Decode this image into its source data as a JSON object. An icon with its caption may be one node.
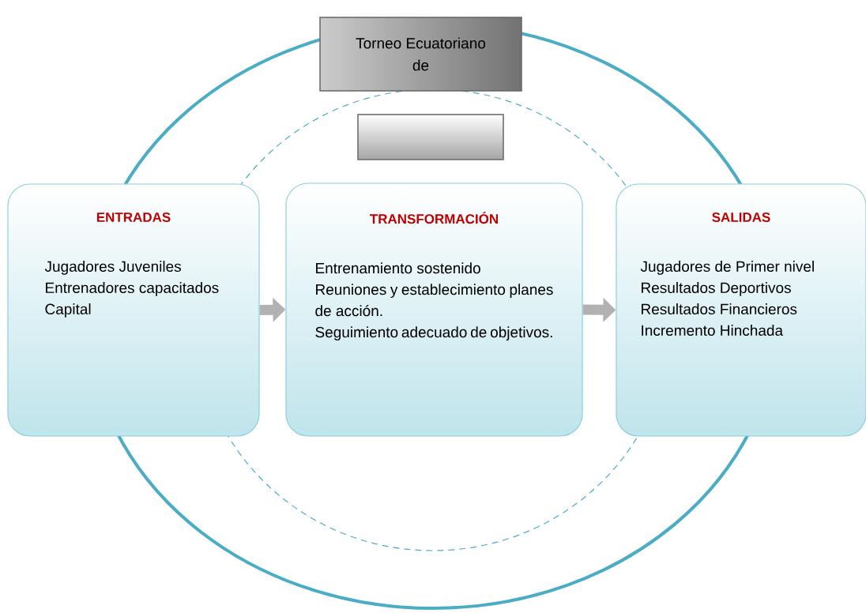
{
  "diagram": {
    "nodes": [
      {
        "text": [
          "Torneo Ecuatoriano de"
        ]
      },
      {
        "text": [],
        "shape": "box"
      },
      {
        "text": [
          "ENTRADAS",
          "Jugadores Juveniles",
          "Entrenadores capacitados",
          "Capital"
        ]
      },
      {
        "text": [
          "TRANSFORMACIÓN",
          "Entrenamiento sostenido",
          "Reuniones y establecimiento planes de acción.",
          "Seguimiento adecuado de objetivos."
        ]
      },
      {
        "text": [
          "SALIDAS",
          "Jugadores de Primer nivel",
          "Resultados Deportivos",
          "Resultados Financieros",
          "Incremento Hinchada"
        ]
      }
    ],
    "edges": [
      {
        "from": 2,
        "to": 3,
        "arrow": "to"
      },
      {
        "from": 3,
        "to": 4,
        "arrow": "to"
      }
    ]
  }
}
